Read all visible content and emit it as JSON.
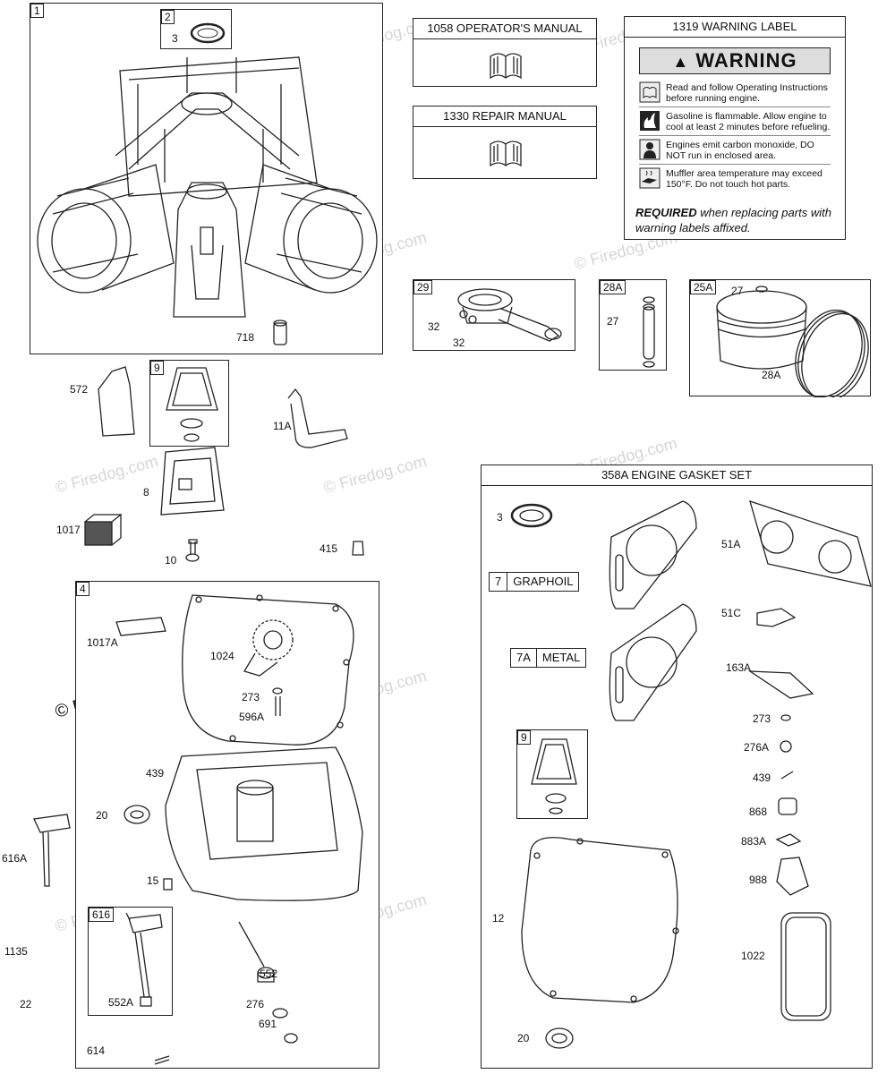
{
  "watermark": "© Firedog.com",
  "assembly_1": {
    "number": "1",
    "sub_tag": "2",
    "sub_part": "3",
    "part_718": "718"
  },
  "manuals": {
    "operators": "1058 OPERATOR'S MANUAL",
    "repair": "1330 REPAIR MANUAL"
  },
  "warning": {
    "header": "1319 WARNING LABEL",
    "title": "WARNING",
    "rows": [
      {
        "icon": "book-icon",
        "text": "Read and follow Operating Instructions before running engine."
      },
      {
        "icon": "fire-icon",
        "text": "Gasoline is flammable. Allow engine to cool at least 2 minutes before refueling."
      },
      {
        "icon": "person-icon",
        "text": "Engines emit carbon monoxide, DO NOT run in enclosed area."
      },
      {
        "icon": "heat-icon",
        "text": "Muffler area temperature may exceed 150°F. Do not touch hot parts."
      }
    ],
    "required_bold": "REQUIRED",
    "required_rest": "when replacing parts with warning labels affixed."
  },
  "rod": {
    "tag": "29",
    "parts": [
      "32",
      "32"
    ]
  },
  "pin": {
    "tag": "28A",
    "part": "27"
  },
  "piston": {
    "tag": "25A",
    "part_27": "27",
    "rings": "28A"
  },
  "middle": {
    "p572": "572",
    "tag9": "9",
    "p11a": "11A",
    "p8": "8",
    "p1017": "1017",
    "p10": "10",
    "p415": "415"
  },
  "sump": {
    "tag": "4",
    "p1017a": "1017A",
    "p1024": "1024",
    "p273": "273",
    "p596a": "596A",
    "p439": "439",
    "p20": "20",
    "p15": "15",
    "p552": "552",
    "p276": "276",
    "p691": "691",
    "p614": "614",
    "sub_tag": "616",
    "p552a": "552A"
  },
  "left_parts": {
    "p616a": "616A",
    "p1135": "1135",
    "p22": "22"
  },
  "gasket_set": {
    "header": "358A ENGINE GASKET SET",
    "p3": "3",
    "graphoil_n": "7",
    "graphoil": "GRAPHOIL",
    "metal_n": "7A",
    "metal": "METAL",
    "p51a": "51A",
    "p51c": "51C",
    "p163a": "163A",
    "p273": "273",
    "p276a": "276A",
    "p439": "439",
    "p868": "868",
    "p883a": "883A",
    "p988": "988",
    "p1022": "1022",
    "tag9": "9",
    "p12": "12",
    "p20": "20"
  }
}
